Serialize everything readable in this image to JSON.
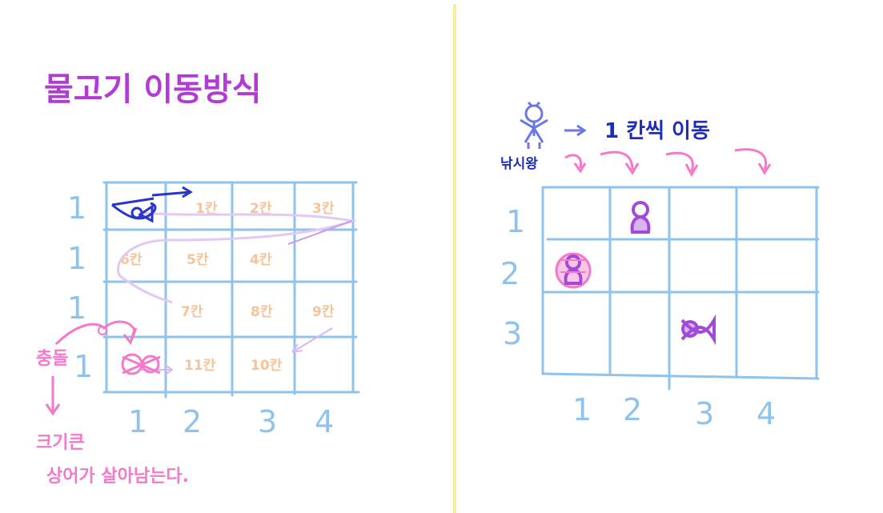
{
  "left": {
    "title": "물고기 이동방식",
    "row_labels": [
      "1",
      "1",
      "1",
      "1"
    ],
    "col_labels": [
      "1",
      "2",
      "3",
      "4"
    ],
    "cells": [
      {
        "label": "1칸",
        "row": 1,
        "col": 2
      },
      {
        "label": "2칸",
        "row": 1,
        "col": 3
      },
      {
        "label": "3칸",
        "row": 1,
        "col": 4
      },
      {
        "label": "6칸",
        "row": 2,
        "col": 1
      },
      {
        "label": "5칸",
        "row": 2,
        "col": 2
      },
      {
        "label": "4칸",
        "row": 2,
        "col": 3
      },
      {
        "label": "7칸",
        "row": 3,
        "col": 2
      },
      {
        "label": "8칸",
        "row": 3,
        "col": 3
      },
      {
        "label": "9칸",
        "row": 3,
        "col": 4
      },
      {
        "label": "11칸",
        "row": 4,
        "col": 2
      },
      {
        "label": "10칸",
        "row": 4,
        "col": 3
      }
    ],
    "side_note_word": "충돌",
    "note_lines": [
      "크기큰",
      "상어가 살아남는다."
    ]
  },
  "right": {
    "row_labels": [
      "1",
      "2",
      "3"
    ],
    "col_labels": [
      "1",
      "2",
      "3",
      "4"
    ],
    "fisher_label": "낚시왕",
    "move_text": "1 칸씩 이동"
  },
  "colors": {
    "grid": "#8ec3ee",
    "title": "#b23ad6",
    "cell_text": "#f6c49a",
    "pink": "#f27ac9",
    "purple": "#a24ad8",
    "blue": "#1e2db8",
    "divider": "#f7ee9a"
  }
}
